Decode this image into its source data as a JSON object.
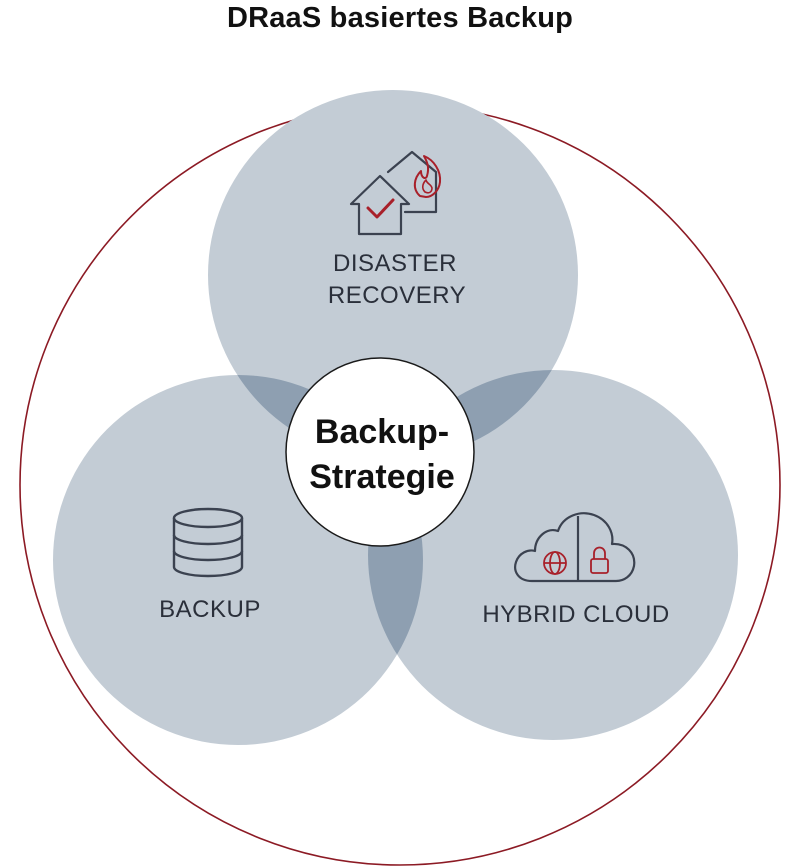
{
  "title": "DRaaS basiertes Backup",
  "center": {
    "line1": "Backup-",
    "line2": "Strategie"
  },
  "circles": {
    "disaster_recovery": {
      "line1": "DISASTER",
      "line2": "RECOVERY",
      "icon": "burning-house-icon"
    },
    "backup": {
      "label": "BACKUP",
      "icon": "database-icon"
    },
    "hybrid_cloud": {
      "label": "HYBRID CLOUD",
      "icon": "cloud-globe-lock-icon"
    }
  },
  "colors": {
    "outer_ring": "#8c1a24",
    "circle_fill": "#c3ccd5",
    "overlap_fill": "#8e9fb1",
    "icon_stroke": "#3b4250",
    "icon_accent": "#a8202a"
  }
}
